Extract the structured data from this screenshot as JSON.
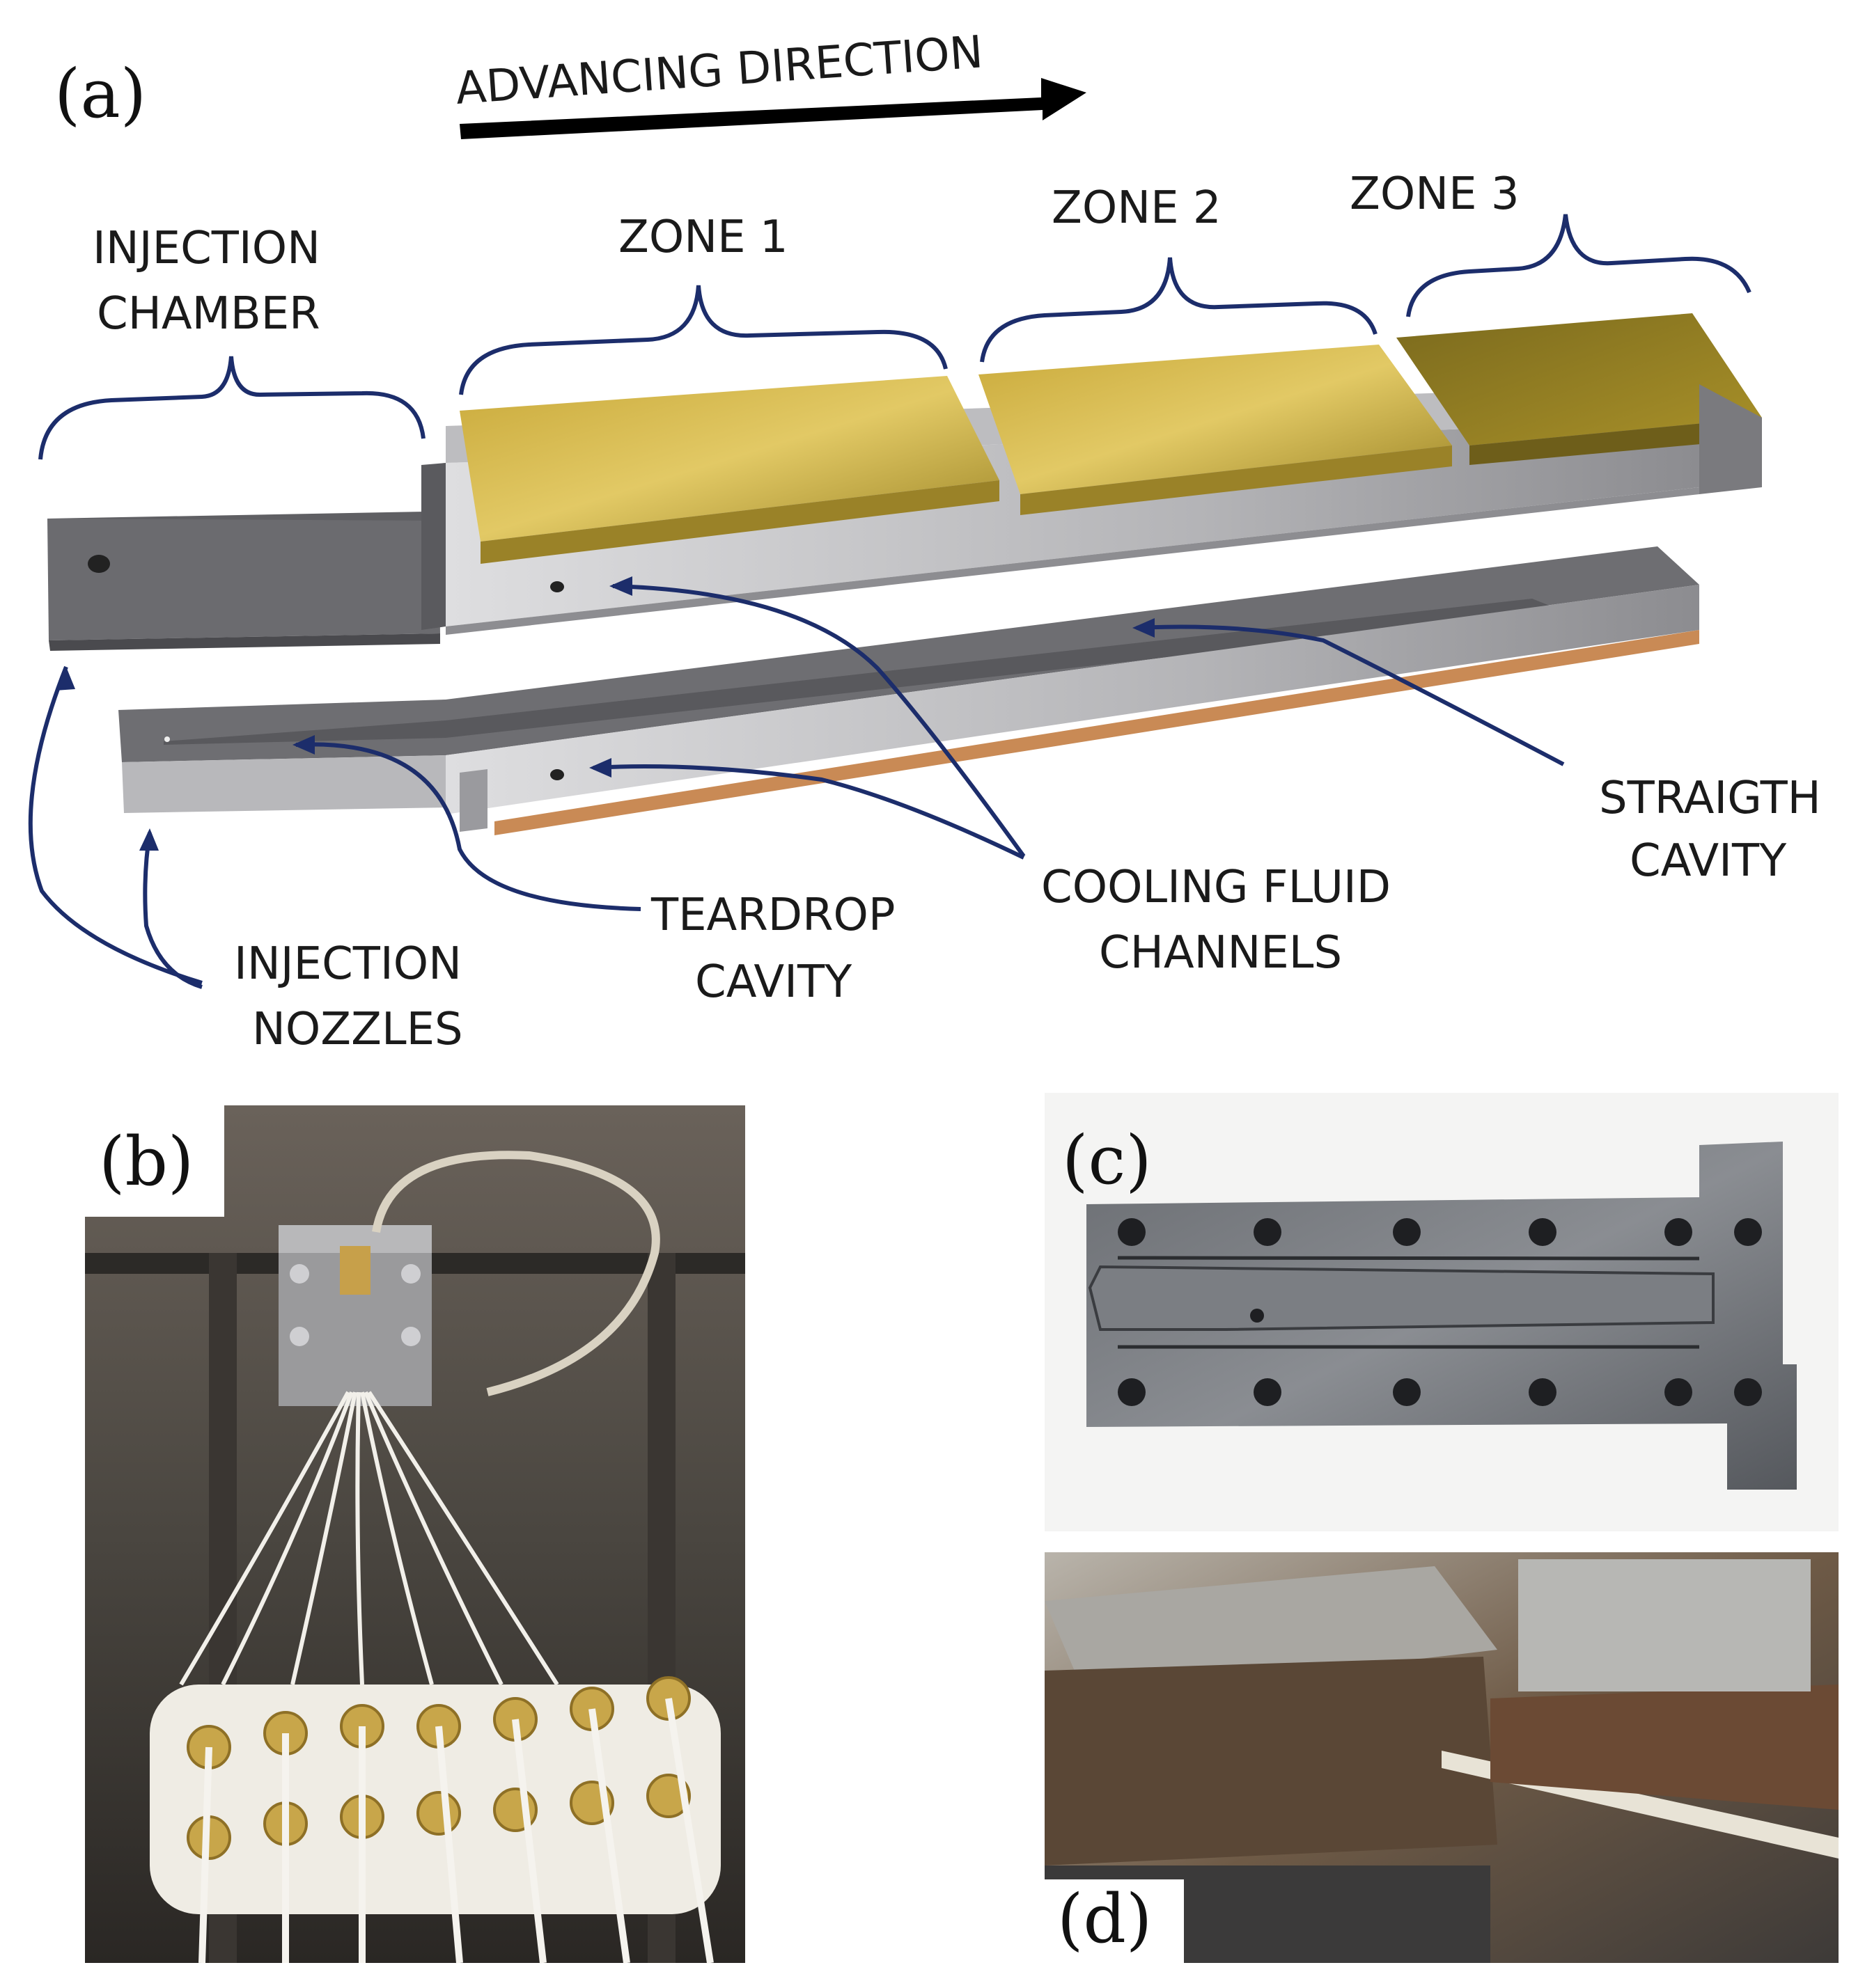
{
  "figure": {
    "panel_a": "(a)",
    "panel_b": "(b)",
    "panel_c": "(c)",
    "panel_d": "(d)"
  },
  "labels": {
    "advancing_direction": "ADVANCING DIRECTION",
    "injection_chamber": [
      "INJECTION",
      "CHAMBER"
    ],
    "zone1": "ZONE 1",
    "zone2": "ZONE 2",
    "zone3": "ZONE 3",
    "straight_cavity": [
      "STRAIGTH",
      "CAVITY"
    ],
    "cooling_fluid_channels": [
      "COOLING FLUID",
      "CHANNELS"
    ],
    "teardrop_cavity": [
      "TEARDROP",
      "CAVITY"
    ],
    "injection_nozzles": [
      "INJECTION",
      "NOZZLES"
    ]
  },
  "colors": {
    "brace": "#1c2d6b",
    "arrow": "#000000",
    "gold": "#8f7b22",
    "mold_gray": "#6d6d70",
    "mold_light": "#c9c9cb",
    "copper": "#c98a55"
  }
}
